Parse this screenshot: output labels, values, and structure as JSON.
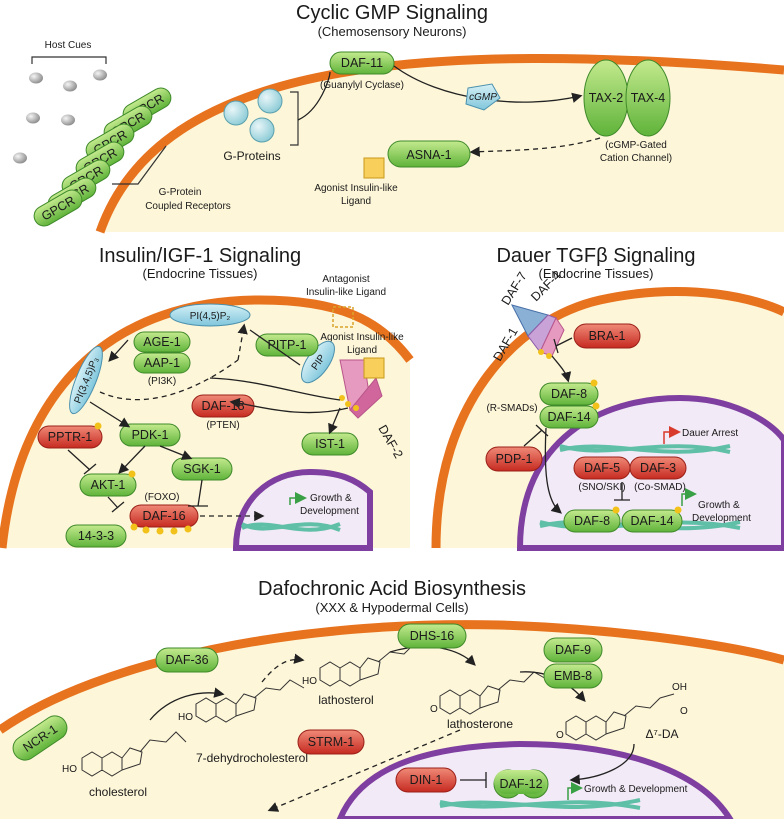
{
  "gmp": {
    "title": "Cyclic GMP Signaling",
    "subtitle": "(Chemosensory Neurons)",
    "host_cues": "Host Cues",
    "gpcr": [
      "GPCR",
      "GPCR",
      "GPCR",
      "GPCR",
      "GPCR",
      "GPCR",
      "GPCR"
    ],
    "gpcr_caption_1": "G-Protein",
    "gpcr_caption_2": "Coupled Receptors",
    "gproteins": "G-Proteins",
    "daf11": "DAF-11",
    "daf11_caption": "(Guanylyl Cyclase)",
    "cgmp": "cGMP",
    "tax2": "TAX-2",
    "tax4": "TAX-4",
    "channel_1": "(cGMP-Gated",
    "channel_2": "Cation Channel)",
    "asna1": "ASNA-1",
    "agonist_1": "Agonist Insulin-like",
    "agonist_2": "Ligand"
  },
  "insulin": {
    "title": "Insulin/IGF-1 Signaling",
    "subtitle": "(Endocrine Tissues)",
    "antagonist_1": "Antagonist",
    "antagonist_2": "Insulin-like Ligand",
    "agonist_1": "Agonist Insulin-like",
    "agonist_2": "Ligand",
    "pi45p2": "PI(4,5)P₂",
    "pi345p3": "PI(3,4,5)P₃",
    "age1": "AGE-1",
    "aap1": "AAP-1",
    "pi3k": "(PI3K)",
    "pitp1": "PITP-1",
    "pip": "PIP",
    "daf2": "DAF-2",
    "daf18": "DAF-18",
    "pten": "(PTEN)",
    "pptr1": "PPTR-1",
    "pdk1": "PDK-1",
    "ist1": "IST-1",
    "akt1": "AKT-1",
    "sgk1": "SGK-1",
    "foxo": "(FOXO)",
    "daf16": "DAF-16",
    "p1433": "14-3-3",
    "growth_1": "Growth &",
    "growth_2": "Development"
  },
  "tgf": {
    "title": "Dauer TGFβ Signaling",
    "subtitle": "(Endocrine Tissues)",
    "daf7": "DAF-7",
    "daf4": "DAF-4",
    "daf1": "DAF-1",
    "bra1": "BRA-1",
    "daf8": "DAF-8",
    "daf14": "DAF-14",
    "rsmads": "(R-SMADs)",
    "pdp1": "PDP-1",
    "dauer_arrest": "Dauer Arrest",
    "daf5": "DAF-5",
    "daf3": "DAF-3",
    "sno": "(SNO/SKI)",
    "cosmad": "(Co-SMAD)",
    "daf8b": "DAF-8",
    "daf14b": "DAF-14",
    "growth_1": "Growth &",
    "growth_2": "Development"
  },
  "da": {
    "title": "Dafochronic Acid Biosynthesis",
    "subtitle": "(XXX & Hypodermal Cells)",
    "ncr1": "NCR-1",
    "daf36": "DAF-36",
    "dhs16": "DHS-16",
    "daf9": "DAF-9",
    "emb8": "EMB-8",
    "strm1": "STRM-1",
    "din1": "DIN-1",
    "daf12": "DAF-12",
    "cholesterol": "cholesterol",
    "dehydro": "7-dehydrocholesterol",
    "lathosterol": "lathosterol",
    "lathosterone": "lathosterone",
    "dela": "Δ⁷-DA",
    "oh": "OH",
    "ho": "HO",
    "o": "O",
    "growth": "Growth & Development"
  },
  "colors": {
    "green": "#7ccb4f",
    "red": "#d83a2c",
    "membrane": "#e8731e",
    "cytoplasm": "#fdf6d8",
    "nucleus": "#7e3fa0",
    "dna": "#5fbfa7"
  }
}
